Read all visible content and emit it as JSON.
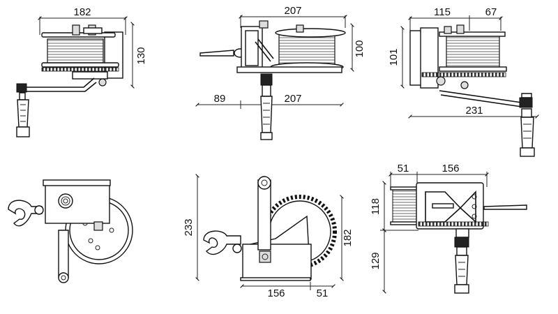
{
  "dimensions": {
    "view1": {
      "width": "182",
      "height": "130"
    },
    "view2": {
      "top_width": "207",
      "height": "100",
      "left_offset": "89",
      "bottom_width": "207"
    },
    "view3": {
      "left": "115",
      "right": "67",
      "height": "101",
      "handle_width": "231"
    },
    "view4": {},
    "view5": {
      "height": "233",
      "gear_height": "182",
      "base_width": "156",
      "offset": "51"
    },
    "view6": {
      "left": "51",
      "width": "156",
      "upper_height": "118",
      "lower_height": "129"
    }
  },
  "colors": {
    "line": "#111111",
    "background": "#ffffff"
  }
}
